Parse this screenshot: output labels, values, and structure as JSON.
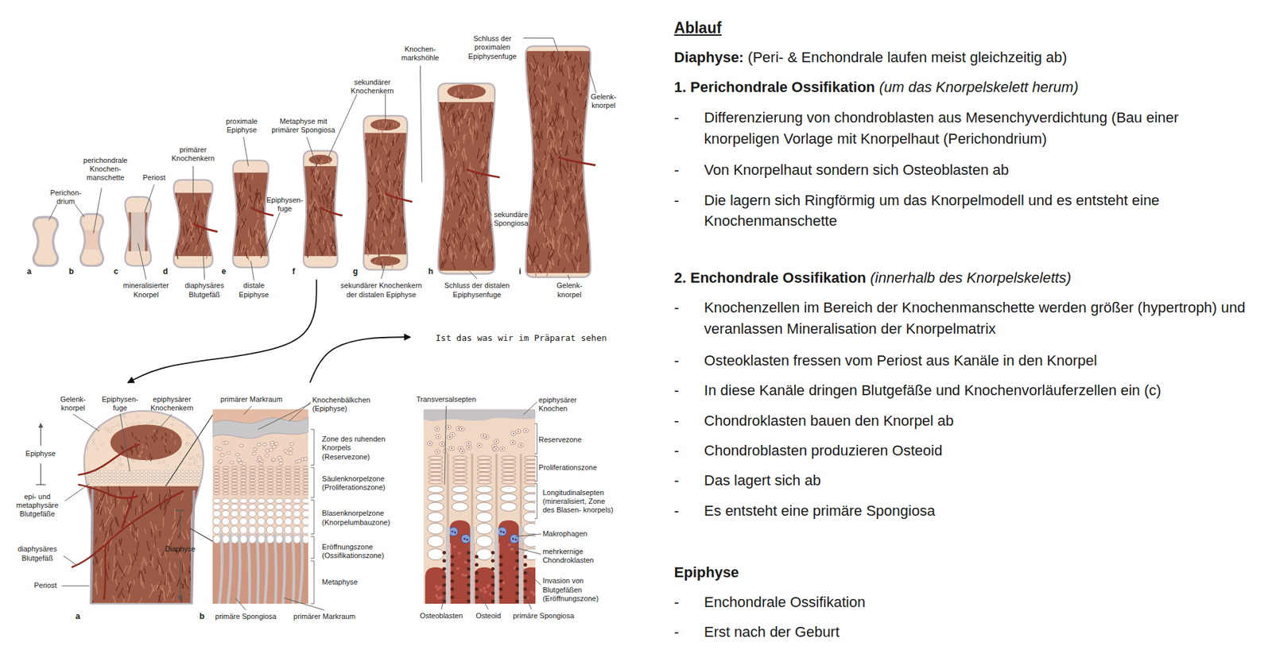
{
  "diagram": {
    "title": "Ablauf",
    "labels": [
      "Perichon- drium",
      "perichondrale Knochen- manschette",
      "Periost",
      "primärer Knochenkern",
      "mineralisierter Knorpel",
      "diaphysäres Blutgefäß",
      "proximale Epiphyse",
      "Epiphysen- fuge",
      "distale Epiphyse",
      "Metaphyse mit primärer Spongiosa",
      "sekundärer Knochenkern",
      "Knochen- markshöhle",
      "Schluss der proximalen Epiphysenfuge",
      "Gelenk- knorpel",
      "sekundäre Spongiosa",
      "sekundärer Knochenkern der distalen Epiphyse",
      "Schluss der distalen Epiphysenfuge",
      "Gelenk- knorpel",
      "a",
      "b",
      "c",
      "d",
      "e",
      "f",
      "g",
      "h",
      "i",
      "Ist das was wir im Präparat sehen",
      "Gelenk- knorpel",
      "Epiphysen- fuge",
      "epiphysärer Knochenkern",
      "Epiphyse",
      "epi- und metaphysäre Blutgefäße",
      "diaphysäres Blutgefäß",
      "Periost",
      "Diaphyse",
      "a",
      "primärer Markraum",
      "Knochenbälkchen (Epiphyse)",
      "Zone des ruhenden Knorpels (Reservezone)",
      "Säulenknorpelzone (Proliferationszone)",
      "Blasenknorpelzone (Knorpelumbauzone)",
      "Eröffnungszone (Ossifikationszone)",
      "Metaphyse",
      "b",
      "primäre Spongiosa",
      "primärer Markraum",
      "Transversalsepten",
      "epiphysärer Knochen",
      "Reservezone",
      "Proliferationszone",
      "Longitudinalsepten (mineralisiert, Zone des Blasen- knorpels)",
      "Makrophagen",
      "mehrkernige Chondroklasten",
      "Invasion von Blutgefäßen (Eröffnungszone)",
      "Osteoblasten",
      "Osteoid",
      "primäre Spongiosa",
      "Diaphyse:",
      "(Peri- & Enchondrale laufen meist gleichzeitig ab)",
      "1. Perichondrale Ossifikation",
      "(um das Knorpelskelett herum)",
      "-",
      "Differenzierung von chondroblasten aus Mesenchyverdichtung (Bau einer knorpeligen Vorlage mit Knorpelhaut (Perichondrium)",
      "-",
      "Von Knorpelhaut sondern sich Osteoblasten ab",
      "-",
      "Die lagern sich Ringförmig um das Knorpelmodell und es entsteht eine Knochenmanschette",
      "2. Enchondrale Ossifikation",
      "(innerhalb des Knorpelskeletts)",
      "-",
      "Knochenzellen im Bereich der Knochenmanschette werden größer (hypertroph) und veranlassen Mineralisation der Knorpelmatrix",
      "-",
      "Osteoklasten fressen vom Periost aus Kanäle in den Knorpel",
      "-",
      "In diese Kanäle dringen Blutgefäße und Knochenvorläuferzellen ein (c)",
      "-",
      "Chondroklasten bauen den Knorpel ab",
      "-",
      "Chondroblasten produzieren Osteoid",
      "-",
      "Das lagert sich ab",
      "-",
      "Es entsteht eine primäre Spongiosa",
      "Epiphyse",
      "-",
      "Enchondrale Ossifikation",
      "-",
      "Erst nach der Geburt"
    ]
  }
}
